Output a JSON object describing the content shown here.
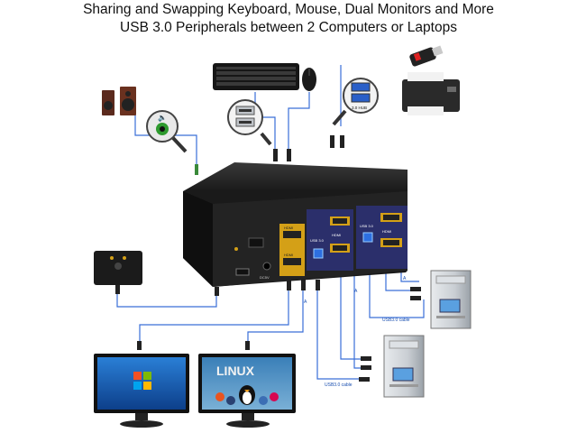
{
  "headline": {
    "line1": "Sharing and Swapping Keyboard, Mouse, Dual Monitors and More",
    "line2": "USB 3.0 Peripherals between 2 Computers or Laptops"
  },
  "device_labels": {
    "hdmi_top_left": "HDMI",
    "hdmi_bottom_left": "HDMI",
    "hdmi_right_1": "HDMI",
    "hdmi_right_2": "HDMI",
    "usb_pc1": "USB 3.0",
    "usb_pc2": "USB 3.0",
    "dc": "DC5V",
    "hub": "3.0 HUB"
  },
  "cable_labels": {
    "usb_cable_1": "USB3.0 cable",
    "usb_cable_2": "USB3.0 cable",
    "marker_a": "A"
  },
  "monitor_right_text": "LINUX",
  "colors": {
    "kvm_body": "#1f1f1f",
    "kvm_panel": "#2b2f6b",
    "gold": "#d4a017",
    "cable_blue": "#3a6fd8",
    "windows_blue": "#1f5fb8"
  }
}
